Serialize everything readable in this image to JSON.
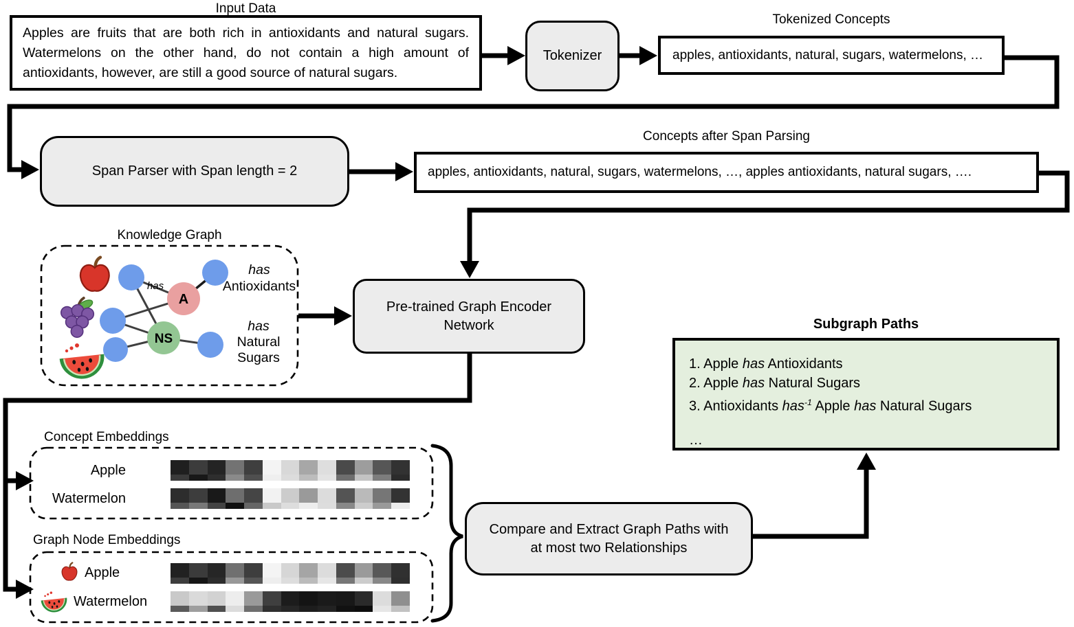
{
  "diagram": {
    "input_data": {
      "title": "Input Data",
      "text": "Apples are fruits that are both rich in antioxidants and natural sugars. Watermelons on the other hand, do not contain a high amount of antioxidants, however, are still a good source of natural sugars."
    },
    "tokenizer": {
      "label": "Tokenizer"
    },
    "tokenized_concepts": {
      "title": "Tokenized Concepts",
      "text": "apples, antioxidants, natural, sugars, watermelons, …"
    },
    "span_parser": {
      "label": "Span Parser with Span length = 2"
    },
    "concepts_after_span": {
      "title": "Concepts after Span Parsing",
      "text": "apples, antioxidants, natural, sugars, watermelons, …, apples antioxidants, natural sugars, …."
    },
    "knowledge_graph": {
      "title": "Knowledge Graph",
      "edge_label": "has",
      "node_a_label": "A",
      "node_ns_label": "NS",
      "relation_antioxidants": {
        "verb": "has",
        "object": "Antioxidants"
      },
      "relation_natural_sugars": {
        "verb": "has",
        "object_line1": "Natural",
        "object_line2": "Sugars"
      },
      "colors": {
        "concept_node": "#6e9cea",
        "a_node": "#e9a0a0",
        "ns_node": "#93c693",
        "edge": "#3f3f3f"
      }
    },
    "graph_encoder": {
      "label_line1": "Pre-trained Graph Encoder",
      "label_line2": "Network"
    },
    "compare": {
      "label_line1": "Compare and Extract Graph Paths with",
      "label_line2": "at most two Relationships"
    },
    "subgraph_paths": {
      "title": "Subgraph Paths",
      "bg_color": "#e4efde",
      "lines": [
        [
          {
            "t": "1. Apple "
          },
          {
            "t": "has",
            "i": true
          },
          {
            "t": " Antioxidants"
          }
        ],
        [
          {
            "t": "2. Apple "
          },
          {
            "t": "has",
            "i": true
          },
          {
            "t": " Natural Sugars"
          }
        ],
        [
          {
            "t": "3. Antioxidants "
          },
          {
            "t": "has",
            "i": true
          },
          {
            "t": "-1",
            "i": true,
            "sup": true
          },
          {
            "t": " Apple "
          },
          {
            "t": "has",
            "i": true
          },
          {
            "t": " Natural Sugars"
          }
        ],
        [
          {
            "t": "…"
          }
        ]
      ]
    },
    "embeddings": {
      "concept": {
        "title": "Concept Embeddings",
        "rows": [
          {
            "label": "Apple",
            "cells_top": [
              "#1f1f1f",
              "#3c3c3c",
              "#242424",
              "#737373",
              "#3f3f3f",
              "#f4f4f4",
              "#d8d8d8",
              "#a7a7a7",
              "#dedede",
              "#4a4a4a",
              "#9d9d9d",
              "#565656",
              "#323232"
            ],
            "cells_bottom": [
              "#3a3a3a",
              "#181818",
              "#2e2e2e",
              "#8a8a8a",
              "#4f4f4f",
              "#efefef",
              "#dcdcdc",
              "#bcbcbc",
              "#e3e3e3",
              "#6e6e6e",
              "#c3c3c3",
              "#7d7d7d",
              "#2b2b2b"
            ]
          },
          {
            "label": "Watermelon",
            "cells_top": [
              "#2d2d2d",
              "#3d3d3d",
              "#191919",
              "#6e6e6e",
              "#454545",
              "#f2f2f2",
              "#cccccc",
              "#9a9a9a",
              "#dcdcdc",
              "#545454",
              "#bababa",
              "#767676",
              "#333333"
            ],
            "cells_bottom": [
              "#565656",
              "#787878",
              "#434343",
              "#101010",
              "#666666",
              "#c9c9c9",
              "#dddddd",
              "#ededed",
              "#dddddd",
              "#888888",
              "#cccccc",
              "#999999",
              "#ececec"
            ]
          }
        ]
      },
      "graph_node": {
        "title": "Graph Node Embeddings",
        "rows": [
          {
            "label": "Apple",
            "icon": "apple-icon",
            "cells_top": [
              "#212121",
              "#3b3b3b",
              "#262626",
              "#707070",
              "#3e3e3e",
              "#f4f4f4",
              "#d6d6d6",
              "#a5a5a5",
              "#dcdcdc",
              "#4c4c4c",
              "#9a9a9a",
              "#585858",
              "#303030"
            ],
            "cells_bottom": [
              "#3d3d3d",
              "#161616",
              "#2c2c2c",
              "#989898",
              "#555555",
              "#eeeeee",
              "#dddddd",
              "#bbbbbb",
              "#e6e6e6",
              "#777777",
              "#cccccc",
              "#888888",
              "#2e2e2e"
            ]
          },
          {
            "label": "Watermelon",
            "icon": "watermelon-icon",
            "cells_top": [
              "#c9c9c9",
              "#dadada",
              "#d2d2d2",
              "#ededed",
              "#9a9a9a",
              "#3f3f3f",
              "#1c1c1c",
              "#141414",
              "#1a1a1a",
              "#181818",
              "#2a2a2a",
              "#dcdcdc",
              "#8f8f8f"
            ],
            "cells_bottom": [
              "#5a5a5a",
              "#9e9e9e",
              "#4f4f4f",
              "#dcdcdc",
              "#6e6e6e",
              "#2f2f2f",
              "#262626",
              "#1d1d1d",
              "#222222",
              "#111111",
              "#0d0d0d",
              "#e6e6e6",
              "#c2c2c2"
            ]
          }
        ]
      }
    }
  }
}
